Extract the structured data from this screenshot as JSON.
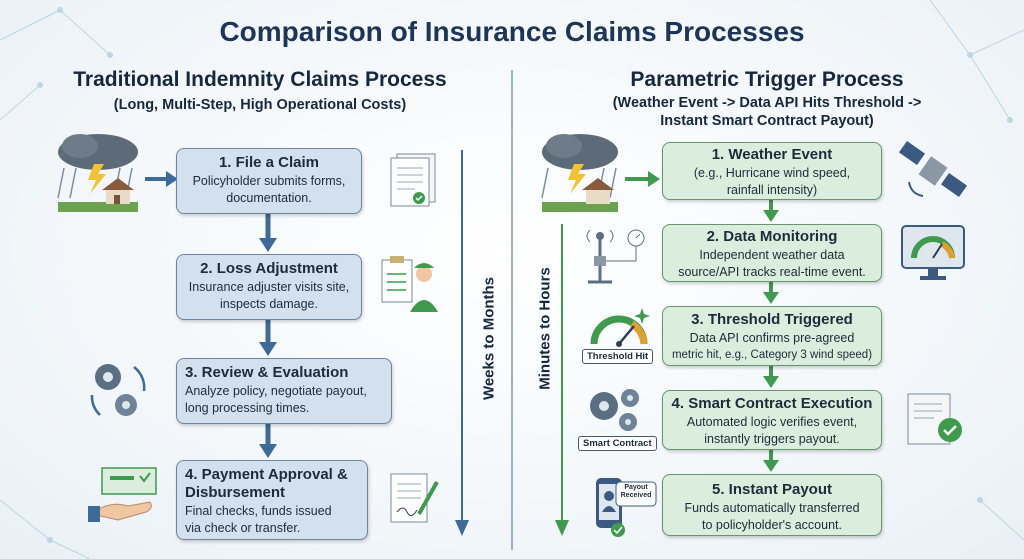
{
  "title": "Comparison of Insurance Claims Processes",
  "traditional": {
    "heading": "Traditional Indemnity Claims Process",
    "subheading": "(Long, Multi-Step, High Operational Costs)",
    "timeline": "Weeks to Months",
    "steps": [
      {
        "title": "1. File a Claim",
        "desc1": "Policyholder submits forms,",
        "desc2": "documentation."
      },
      {
        "title": "2. Loss Adjustment",
        "desc1": "Insurance adjuster visits site,",
        "desc2": "inspects damage."
      },
      {
        "title": "3. Review & Evaluation",
        "desc1": "Analyze policy, negotiate payout,",
        "desc2": "long processing times."
      },
      {
        "title1": "4. Payment Approval &",
        "title2": "Disbursement",
        "desc1": "Final checks, funds issued",
        "desc2": "via check or transfer."
      }
    ]
  },
  "parametric": {
    "heading": "Parametric Trigger Process",
    "subheading1": "(Weather Event -> Data API Hits Threshold ->",
    "subheading2": "Instant Smart Contract Payout)",
    "timeline": "Minutes to Hours",
    "steps": [
      {
        "title": "1. Weather Event",
        "desc1": "(e.g., Hurricane wind speed,",
        "desc2": "rainfall intensity)"
      },
      {
        "title": "2. Data Monitoring",
        "desc1": "Independent weather data",
        "desc2": "source/API tracks real-time event."
      },
      {
        "title": "3. Threshold Triggered",
        "desc1": "Data API confirms pre-agreed",
        "desc2": "metric hit, e.g., Category 3 wind speed)"
      },
      {
        "title": "4. Smart Contract Execution",
        "desc1": "Automated logic verifies event,",
        "desc2": "instantly triggers payout."
      },
      {
        "title": "5. Instant Payout",
        "desc1": "Funds automatically transferred",
        "desc2": "to policyholder's account."
      }
    ],
    "chips": {
      "threshold": "Threshold Hit",
      "smart_contract": "Smart Contract",
      "payout_line1": "Payout",
      "payout_line2": "Received"
    }
  },
  "colors": {
    "traditional_box": "#d3e1ee",
    "traditional_arrow": "#3c6a99",
    "parametric_box": "#dbeedd",
    "parametric_arrow": "#3f9a4e",
    "title": "#1d3557"
  }
}
